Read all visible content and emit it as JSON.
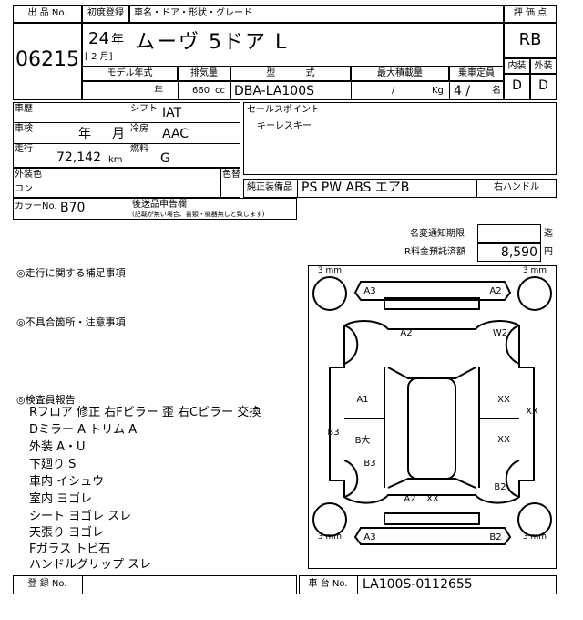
{
  "header": {
    "lot_label": "出 品 No.",
    "lot_number": "06215",
    "first_reg_label": "初度登録",
    "name_label": "車名・ドア・形状・グレード",
    "year_value": "24",
    "year_unit": "年",
    "month_value": "[ 2 月]",
    "car_name": "ムーヴ 5ドア L",
    "grade_label": "評 価 点",
    "grade_value": "RB",
    "interior_label": "内装",
    "exterior_label": "外装",
    "interior_value": "D",
    "exterior_value": "D"
  },
  "spec_headers": {
    "model_year": "モデル年式",
    "displacement": "排気量",
    "model_code": "型 式",
    "max_load": "最大積載量",
    "capacity": "乗車定員"
  },
  "spec_values": {
    "year_unit": "年",
    "displacement": "660",
    "cc_unit": "cc",
    "model_code": "DBA-LA100S",
    "load_slash": "/",
    "kg_unit": "Kg",
    "capacity": "4 /",
    "person_unit": "名"
  },
  "info": {
    "history_label": "車歴",
    "shaken_label": "車検",
    "shaken_year": "年",
    "shaken_month": "月",
    "mileage_label": "走行",
    "mileage_value": "72,142",
    "mileage_unit": "km",
    "shift_label": "シフト",
    "shift_value": "IAT",
    "ac_label": "冷房",
    "ac_value": "AAC",
    "fuel_label": "燃料",
    "fuel_value": "G",
    "sales_label": "セールスポイント",
    "sales_value": "キーレスキー",
    "ext_color_label": "外装色",
    "ext_color_value": "コン",
    "color_change_label": "色替",
    "equipment_label": "純正装備品",
    "equipment_value": "PS PW ABS エアB",
    "handle_value": "右ハンドル",
    "color_no_label": "カラーNo.",
    "color_no_value": "B70",
    "aftermarket_label": "後送品申告欄",
    "aftermarket_note": "(記載が無い場合、書類・機器無しと致します)"
  },
  "deadline": {
    "name_change_label": "名変通知期限",
    "name_change_unit": "迄",
    "recycle_label": "R料金預託済額",
    "recycle_value": "8,590",
    "recycle_unit": "円"
  },
  "notes": {
    "driving_label": "◎走行に関する補足事項",
    "defect_label": "◎不具合箇所・注意事項",
    "inspector_label": "◎検査員報告",
    "inspector_lines": [
      "Rフロア 修正 右Fピラー 歪 右Cピラー 交換",
      "Dミラー A トリム A",
      "外装 A・U",
      "下廻り S",
      "車内 イシュウ",
      "室内 ヨゴレ",
      "シート ヨゴレ スレ",
      "天張り ヨゴレ",
      "Fガラス トビ石",
      "ハンドルグリップ スレ"
    ]
  },
  "diagram": {
    "tire_tl": "3",
    "tire_tr": "3",
    "tire_bl": "3",
    "tire_br": "3",
    "tire_unit": "mm",
    "front_bumper_left": "A3",
    "front_bumper_right": "A2",
    "hood": "A2",
    "right_fender": "W2",
    "left_door_front": "A1",
    "left_rear_quarter": "B3",
    "left_door_rear": "B大",
    "left_rocker": "B3",
    "right_door_front": "XX",
    "right_pillar": "XX",
    "right_door_rear": "XX",
    "right_rear_fender": "B2",
    "rear_gate_1": "A2",
    "rear_gate_2": "XX",
    "rear_bumper_left": "A3",
    "rear_bumper_right": "B2"
  },
  "footer": {
    "reg_label": "登 録 No.",
    "chassis_label": "車 台 No.",
    "chassis_value": "LA100S-0112655"
  }
}
